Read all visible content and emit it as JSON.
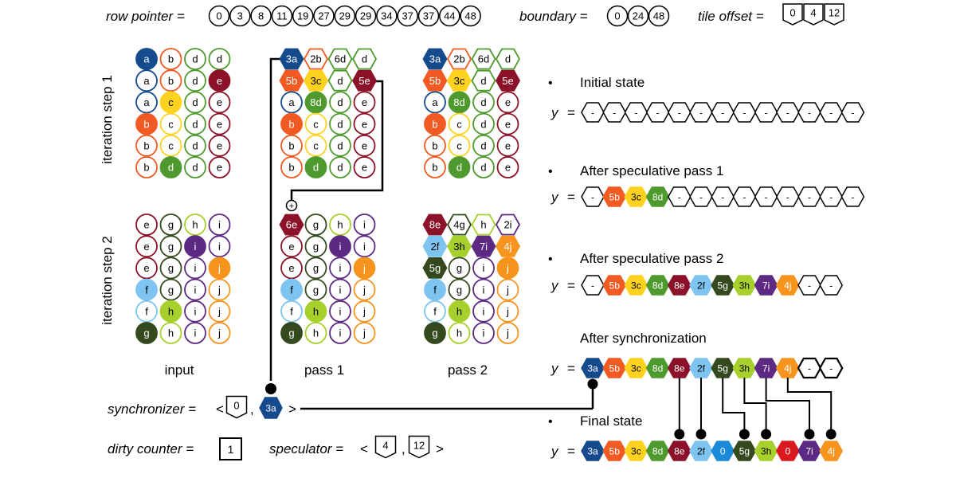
{
  "colors": {
    "a": "#154a8c",
    "b": "#f15a22",
    "c": "#ffd21f",
    "d": "#4f9a2e",
    "e": "#8b1228",
    "f": "#7dc4f0",
    "g": "#344a1e",
    "h": "#a8d02c",
    "i": "#5c2a82",
    "j": "#f7941d",
    "zero_blue": "#1b8ad8",
    "zero_red": "#d9181f"
  },
  "header": {
    "row_pointer_label": "row pointer =",
    "row_pointer": [
      "0",
      "3",
      "8",
      "11",
      "19",
      "27",
      "29",
      "29",
      "34",
      "37",
      "37",
      "44",
      "48"
    ],
    "boundary_label": "boundary =",
    "boundary": [
      "0",
      "24",
      "48"
    ],
    "tile_offset_label": "tile offset =",
    "tile_offset": [
      "0",
      "4",
      "12"
    ]
  },
  "labels": {
    "iter1": "iteration step 1",
    "iter2": "iteration step 2",
    "input": "input",
    "pass1": "pass 1",
    "pass2": "pass 2",
    "plus": "+"
  },
  "grids": {
    "input1": [
      [
        [
          "a",
          "a",
          1
        ],
        [
          "b",
          "b",
          0
        ],
        [
          "d",
          "d",
          0
        ],
        [
          "d",
          "d",
          0
        ]
      ],
      [
        [
          "a",
          "a",
          0
        ],
        [
          "b",
          "b",
          0
        ],
        [
          "d",
          "d",
          0
        ],
        [
          "e",
          "e",
          1
        ]
      ],
      [
        [
          "a",
          "a",
          0
        ],
        [
          "c",
          "c",
          1
        ],
        [
          "d",
          "d",
          0
        ],
        [
          "e",
          "e",
          0
        ]
      ],
      [
        [
          "b",
          "b",
          1
        ],
        [
          "c",
          "c",
          0
        ],
        [
          "d",
          "d",
          0
        ],
        [
          "e",
          "e",
          0
        ]
      ],
      [
        [
          "b",
          "b",
          0
        ],
        [
          "c",
          "c",
          0
        ],
        [
          "d",
          "d",
          0
        ],
        [
          "e",
          "e",
          0
        ]
      ],
      [
        [
          "b",
          "b",
          0
        ],
        [
          "d",
          "d",
          1
        ],
        [
          "d",
          "d",
          0
        ],
        [
          "e",
          "e",
          0
        ]
      ]
    ],
    "pass1_1": [
      [
        [
          "3a",
          "a",
          1,
          "hex"
        ],
        [
          "2b",
          "b",
          0,
          "hex"
        ],
        [
          "6d",
          "d",
          0,
          "hex"
        ],
        [
          "d",
          "d",
          0,
          "hex"
        ]
      ],
      [
        [
          "5b",
          "b",
          1,
          "hex"
        ],
        [
          "3c",
          "c",
          1,
          "hex"
        ],
        [
          "d",
          "d",
          0,
          "hex"
        ],
        [
          "5e",
          "e",
          1,
          "hex"
        ]
      ],
      [
        [
          "a",
          "a",
          0
        ],
        [
          "8d",
          "d",
          1
        ],
        [
          "d",
          "d",
          0
        ],
        [
          "e",
          "e",
          0
        ]
      ],
      [
        [
          "b",
          "b",
          1
        ],
        [
          "c",
          "c",
          0
        ],
        [
          "d",
          "d",
          0
        ],
        [
          "e",
          "e",
          0
        ]
      ],
      [
        [
          "b",
          "b",
          0
        ],
        [
          "c",
          "c",
          0
        ],
        [
          "d",
          "d",
          0
        ],
        [
          "e",
          "e",
          0
        ]
      ],
      [
        [
          "b",
          "b",
          0
        ],
        [
          "d",
          "d",
          1
        ],
        [
          "d",
          "d",
          0
        ],
        [
          "e",
          "e",
          0
        ]
      ]
    ],
    "pass2_1": [
      [
        [
          "3a",
          "a",
          1,
          "hex"
        ],
        [
          "2b",
          "b",
          0,
          "hex"
        ],
        [
          "6d",
          "d",
          0,
          "hex"
        ],
        [
          "d",
          "d",
          0,
          "hex"
        ]
      ],
      [
        [
          "5b",
          "b",
          1,
          "hex"
        ],
        [
          "3c",
          "c",
          1,
          "hex"
        ],
        [
          "d",
          "d",
          0,
          "hex"
        ],
        [
          "5e",
          "e",
          1,
          "hex"
        ]
      ],
      [
        [
          "a",
          "a",
          0
        ],
        [
          "8d",
          "d",
          1
        ],
        [
          "d",
          "d",
          0
        ],
        [
          "e",
          "e",
          0
        ]
      ],
      [
        [
          "b",
          "b",
          1
        ],
        [
          "c",
          "c",
          0
        ],
        [
          "d",
          "d",
          0
        ],
        [
          "e",
          "e",
          0
        ]
      ],
      [
        [
          "b",
          "b",
          0
        ],
        [
          "c",
          "c",
          0
        ],
        [
          "d",
          "d",
          0
        ],
        [
          "e",
          "e",
          0
        ]
      ],
      [
        [
          "b",
          "b",
          0
        ],
        [
          "d",
          "d",
          1
        ],
        [
          "d",
          "d",
          0
        ],
        [
          "e",
          "e",
          0
        ]
      ]
    ],
    "input2": [
      [
        [
          "e",
          "e",
          0
        ],
        [
          "g",
          "g",
          0
        ],
        [
          "h",
          "h",
          0
        ],
        [
          "i",
          "i",
          0
        ]
      ],
      [
        [
          "e",
          "e",
          0
        ],
        [
          "g",
          "g",
          0
        ],
        [
          "i",
          "i",
          1
        ],
        [
          "i",
          "i",
          0
        ]
      ],
      [
        [
          "e",
          "e",
          0
        ],
        [
          "g",
          "g",
          0
        ],
        [
          "i",
          "i",
          0
        ],
        [
          "j",
          "j",
          1
        ]
      ],
      [
        [
          "f",
          "f",
          1
        ],
        [
          "g",
          "g",
          0
        ],
        [
          "i",
          "i",
          0
        ],
        [
          "j",
          "j",
          0
        ]
      ],
      [
        [
          "f",
          "f",
          0
        ],
        [
          "h",
          "h",
          1
        ],
        [
          "i",
          "i",
          0
        ],
        [
          "j",
          "j",
          0
        ]
      ],
      [
        [
          "g",
          "g",
          1
        ],
        [
          "h",
          "h",
          0
        ],
        [
          "i",
          "i",
          0
        ],
        [
          "j",
          "j",
          0
        ]
      ]
    ],
    "pass1_2": [
      [
        [
          "6e",
          "e",
          1,
          "hex"
        ],
        [
          "g",
          "g",
          0
        ],
        [
          "h",
          "h",
          0
        ],
        [
          "i",
          "i",
          0
        ]
      ],
      [
        [
          "e",
          "e",
          0
        ],
        [
          "g",
          "g",
          0
        ],
        [
          "i",
          "i",
          1
        ],
        [
          "i",
          "i",
          0
        ]
      ],
      [
        [
          "e",
          "e",
          0
        ],
        [
          "g",
          "g",
          0
        ],
        [
          "i",
          "i",
          0
        ],
        [
          "j",
          "j",
          1
        ]
      ],
      [
        [
          "f",
          "f",
          1
        ],
        [
          "g",
          "g",
          0
        ],
        [
          "i",
          "i",
          0
        ],
        [
          "j",
          "j",
          0
        ]
      ],
      [
        [
          "f",
          "f",
          0
        ],
        [
          "h",
          "h",
          1
        ],
        [
          "i",
          "i",
          0
        ],
        [
          "j",
          "j",
          0
        ]
      ],
      [
        [
          "g",
          "g",
          1
        ],
        [
          "h",
          "h",
          0
        ],
        [
          "i",
          "i",
          0
        ],
        [
          "j",
          "j",
          0
        ]
      ]
    ],
    "pass2_2": [
      [
        [
          "8e",
          "e",
          1,
          "hex"
        ],
        [
          "4g",
          "g",
          0,
          "hex"
        ],
        [
          "h",
          "h",
          0,
          "hex"
        ],
        [
          "2i",
          "i",
          0,
          "hex"
        ]
      ],
      [
        [
          "2f",
          "f",
          1,
          "hex"
        ],
        [
          "3h",
          "h",
          1,
          "hex"
        ],
        [
          "7i",
          "i",
          1,
          "hex"
        ],
        [
          "4j",
          "j",
          1,
          "hex"
        ]
      ],
      [
        [
          "5g",
          "g",
          1,
          "hex"
        ],
        [
          "g",
          "g",
          0
        ],
        [
          "i",
          "i",
          0
        ],
        [
          "j",
          "j",
          1
        ]
      ],
      [
        [
          "f",
          "f",
          1
        ],
        [
          "g",
          "g",
          0
        ],
        [
          "i",
          "i",
          0
        ],
        [
          "j",
          "j",
          0
        ]
      ],
      [
        [
          "f",
          "f",
          0
        ],
        [
          "h",
          "h",
          1
        ],
        [
          "i",
          "i",
          0
        ],
        [
          "j",
          "j",
          0
        ]
      ],
      [
        [
          "g",
          "g",
          1
        ],
        [
          "h",
          "h",
          0
        ],
        [
          "i",
          "i",
          0
        ],
        [
          "j",
          "j",
          0
        ]
      ]
    ]
  },
  "states": [
    {
      "bullet": "•",
      "title": "Initial state",
      "y_label": "y",
      "eq": "=",
      "cells": [
        [
          "-"
        ],
        [
          "-"
        ],
        [
          "-"
        ],
        [
          "-"
        ],
        [
          "-"
        ],
        [
          "-"
        ],
        [
          "-"
        ],
        [
          "-"
        ],
        [
          "-"
        ],
        [
          "-"
        ],
        [
          "-"
        ],
        [
          "-"
        ],
        [
          "-"
        ]
      ]
    },
    {
      "bullet": "•",
      "title": "After speculative pass 1",
      "y_label": "y",
      "eq": "=",
      "cells": [
        [
          "-"
        ],
        [
          "5b",
          "b"
        ],
        [
          "3c",
          "c"
        ],
        [
          "8d",
          "d"
        ],
        [
          "-"
        ],
        [
          "-"
        ],
        [
          "-"
        ],
        [
          "-"
        ],
        [
          "-"
        ],
        [
          "-"
        ],
        [
          "-"
        ],
        [
          "-"
        ],
        [
          "-"
        ]
      ]
    },
    {
      "bullet": "•",
      "title": "After speculative pass 2",
      "y_label": "y",
      "eq": "=",
      "cells": [
        [
          "-"
        ],
        [
          "5b",
          "b"
        ],
        [
          "3c",
          "c"
        ],
        [
          "8d",
          "d"
        ],
        [
          "8e",
          "e"
        ],
        [
          "2f",
          "f"
        ],
        [
          "5g",
          "g"
        ],
        [
          "3h",
          "h"
        ],
        [
          "7i",
          "i"
        ],
        [
          "4j",
          "j"
        ],
        [
          "-"
        ],
        [
          "-"
        ]
      ]
    },
    {
      "bullet": "",
      "title": "After synchronization",
      "y_label": "y",
      "eq": "=",
      "cells": [
        [
          "3a",
          "a"
        ],
        [
          "5b",
          "b"
        ],
        [
          "3c",
          "c"
        ],
        [
          "8d",
          "d"
        ],
        [
          "8e",
          "e"
        ],
        [
          "2f",
          "f"
        ],
        [
          "5g",
          "g"
        ],
        [
          "3h",
          "h"
        ],
        [
          "7i",
          "i"
        ],
        [
          "4j",
          "j"
        ],
        [
          "-",
          "k"
        ],
        [
          "-",
          "k"
        ]
      ]
    },
    {
      "bullet": "•",
      "title": "Final state",
      "y_label": "y",
      "eq": "=",
      "cells": [
        [
          "3a",
          "a"
        ],
        [
          "5b",
          "b"
        ],
        [
          "3c",
          "c"
        ],
        [
          "8d",
          "d"
        ],
        [
          "8e",
          "e"
        ],
        [
          "2f",
          "f"
        ],
        [
          "0",
          "zero_blue"
        ],
        [
          "5g",
          "g"
        ],
        [
          "3h",
          "h"
        ],
        [
          "0",
          "zero_red"
        ],
        [
          "7i",
          "i"
        ],
        [
          "4j",
          "j"
        ]
      ]
    }
  ],
  "synchronizer": {
    "label": "synchronizer =",
    "open": "<",
    "comma": ",",
    "close": ">",
    "v1": "0",
    "v2": "3a"
  },
  "dirty_counter": {
    "label": "dirty counter =",
    "value": "1"
  },
  "speculator": {
    "label": "speculator =",
    "open": "<",
    "comma": ",",
    "close": ">",
    "v1": "4",
    "v2": "12"
  }
}
